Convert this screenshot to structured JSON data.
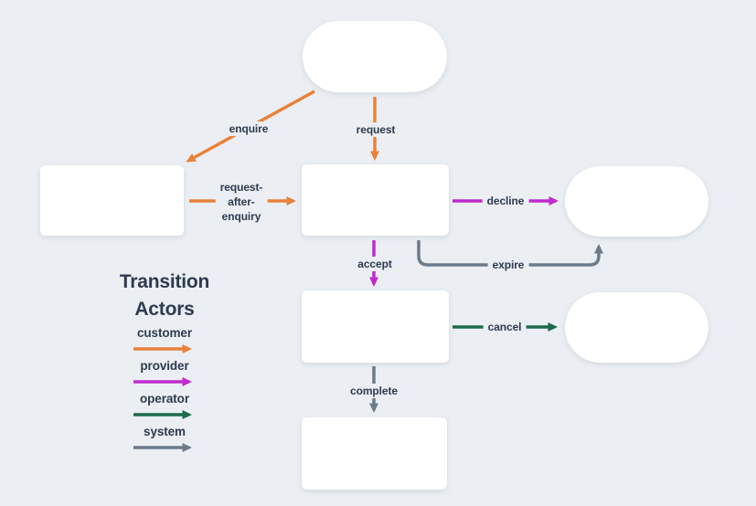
{
  "colors": {
    "customer": "#E8823A",
    "provider": "#C02BCE",
    "operator": "#1C6B4F",
    "system": "#6C7B8A",
    "background": "#EBEFF4",
    "label_text": "#2E3B4E",
    "node_fill": "#FFFFFF"
  },
  "diagram": {
    "transitions": {
      "enquire": "enquire",
      "request": "request",
      "request_after_enquiry_lines": [
        "request-",
        "after-",
        "enquiry"
      ],
      "decline": "decline",
      "accept": "accept",
      "expire": "expire",
      "cancel": "cancel",
      "complete": "complete"
    },
    "legend": {
      "title_lines": [
        "Transition",
        "Actors"
      ],
      "items": [
        {
          "label": "customer"
        },
        {
          "label": "provider"
        },
        {
          "label": "operator"
        },
        {
          "label": "system"
        }
      ]
    }
  }
}
